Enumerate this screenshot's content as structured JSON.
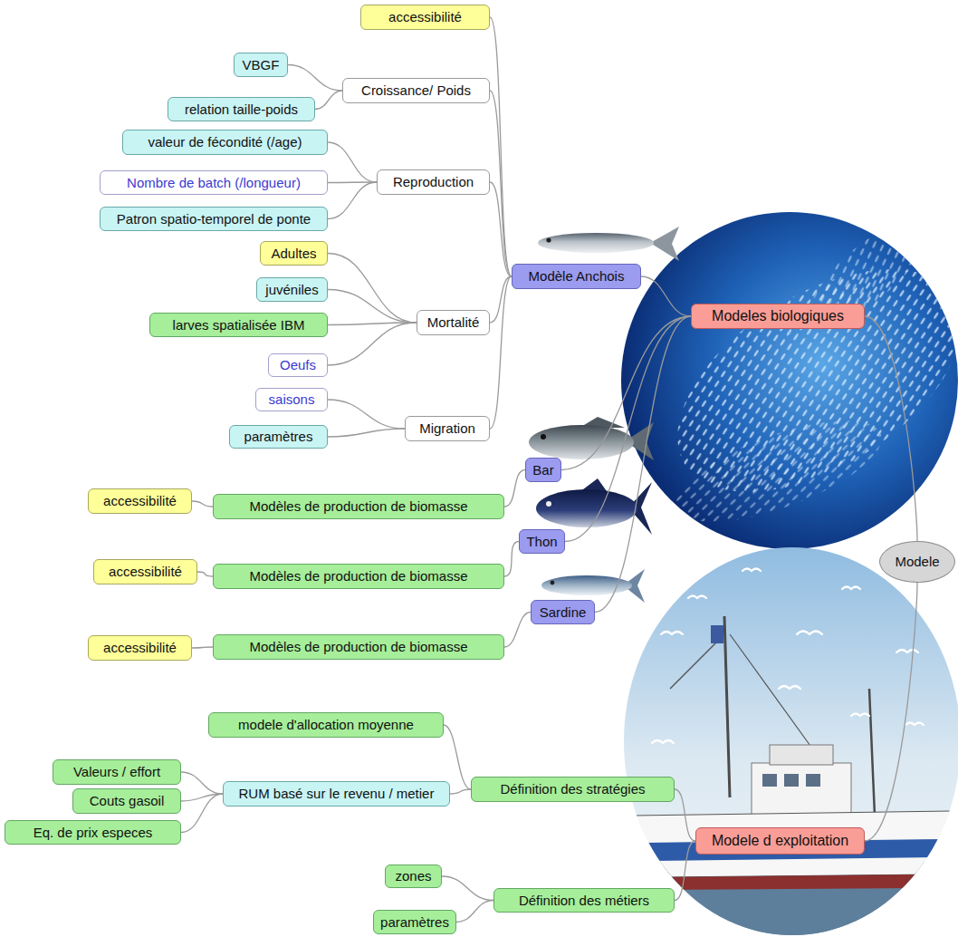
{
  "diagram": {
    "nodes": [
      {
        "text": [
          "Modele"
        ]
      },
      {
        "text": [
          "Modeles biologiques"
        ]
      },
      {
        "text": [
          "Modèle Anchois"
        ]
      },
      {
        "text": [
          "accessibilité"
        ]
      },
      {
        "text": [
          "Croissance/ Poids"
        ]
      },
      {
        "text": [
          "VBGF"
        ]
      },
      {
        "text": [
          "relation taille-poids"
        ]
      },
      {
        "text": [
          "Reproduction"
        ]
      },
      {
        "text": [
          "valeur de fécondité (/age)"
        ]
      },
      {
        "text": [
          "Nombre de batch (/longueur)"
        ]
      },
      {
        "text": [
          "Patron spatio-temporel de ponte"
        ]
      },
      {
        "text": [
          "Mortalité"
        ]
      },
      {
        "text": [
          "Adultes"
        ]
      },
      {
        "text": [
          "juvéniles"
        ]
      },
      {
        "text": [
          "larves spatialisée IBM"
        ]
      },
      {
        "text": [
          "Oeufs"
        ]
      },
      {
        "text": [
          "Migration"
        ]
      },
      {
        "text": [
          "saisons"
        ]
      },
      {
        "text": [
          "paramètres"
        ]
      },
      {
        "text": [
          "Bar"
        ]
      },
      {
        "text": [
          "Modèles de production de biomasse"
        ]
      },
      {
        "text": [
          "accessibilité"
        ]
      },
      {
        "text": [
          "Thon"
        ]
      },
      {
        "text": [
          "Modèles de production de biomasse"
        ]
      },
      {
        "text": [
          "accessibilité"
        ]
      },
      {
        "text": [
          "Sardine"
        ]
      },
      {
        "text": [
          "Modèles de production de biomasse"
        ]
      },
      {
        "text": [
          "accessibilité"
        ]
      },
      {
        "text": [
          "Modele d exploitation"
        ]
      },
      {
        "text": [
          "Définition des stratégies"
        ]
      },
      {
        "text": [
          "modele d'allocation moyenne"
        ]
      },
      {
        "text": [
          "RUM basé sur le revenu / metier"
        ]
      },
      {
        "text": [
          "Valeurs / effort"
        ]
      },
      {
        "text": [
          "Couts gasoil"
        ]
      },
      {
        "text": [
          "Eq. de prix especes"
        ]
      },
      {
        "text": [
          "Définition des métiers"
        ]
      },
      {
        "text": [
          "zones"
        ]
      },
      {
        "text": [
          "paramètres"
        ]
      }
    ],
    "edges": [
      {
        "from": 0,
        "to": 1,
        "arrow": "none"
      },
      {
        "from": 1,
        "to": 2,
        "arrow": "none"
      },
      {
        "from": 2,
        "to": 3,
        "arrow": "none"
      },
      {
        "from": 2,
        "to": 4,
        "arrow": "none"
      },
      {
        "from": 4,
        "to": 5,
        "arrow": "none"
      },
      {
        "from": 4,
        "to": 6,
        "arrow": "none"
      },
      {
        "from": 2,
        "to": 7,
        "arrow": "none"
      },
      {
        "from": 7,
        "to": 8,
        "arrow": "none"
      },
      {
        "from": 7,
        "to": 9,
        "arrow": "none"
      },
      {
        "from": 7,
        "to": 10,
        "arrow": "none"
      },
      {
        "from": 2,
        "to": 11,
        "arrow": "none"
      },
      {
        "from": 11,
        "to": 12,
        "arrow": "none"
      },
      {
        "from": 11,
        "to": 13,
        "arrow": "none"
      },
      {
        "from": 11,
        "to": 14,
        "arrow": "none"
      },
      {
        "from": 11,
        "to": 15,
        "arrow": "none"
      },
      {
        "from": 2,
        "to": 16,
        "arrow": "none"
      },
      {
        "from": 16,
        "to": 17,
        "arrow": "none"
      },
      {
        "from": 16,
        "to": 18,
        "arrow": "none"
      },
      {
        "from": 1,
        "to": 19,
        "arrow": "none"
      },
      {
        "from": 19,
        "to": 20,
        "arrow": "none"
      },
      {
        "from": 20,
        "to": 21,
        "arrow": "none"
      },
      {
        "from": 1,
        "to": 22,
        "arrow": "none"
      },
      {
        "from": 22,
        "to": 23,
        "arrow": "none"
      },
      {
        "from": 23,
        "to": 24,
        "arrow": "none"
      },
      {
        "from": 1,
        "to": 25,
        "arrow": "none"
      },
      {
        "from": 25,
        "to": 26,
        "arrow": "none"
      },
      {
        "from": 26,
        "to": 27,
        "arrow": "none"
      },
      {
        "from": 0,
        "to": 28,
        "arrow": "none"
      },
      {
        "from": 28,
        "to": 29,
        "arrow": "none"
      },
      {
        "from": 29,
        "to": 30,
        "arrow": "none"
      },
      {
        "from": 29,
        "to": 31,
        "arrow": "none"
      },
      {
        "from": 31,
        "to": 32,
        "arrow": "none"
      },
      {
        "from": 31,
        "to": 33,
        "arrow": "none"
      },
      {
        "from": 31,
        "to": 34,
        "arrow": "none"
      },
      {
        "from": 28,
        "to": 35,
        "arrow": "none"
      },
      {
        "from": 35,
        "to": 36,
        "arrow": "none"
      },
      {
        "from": 35,
        "to": 37,
        "arrow": "none"
      }
    ]
  }
}
